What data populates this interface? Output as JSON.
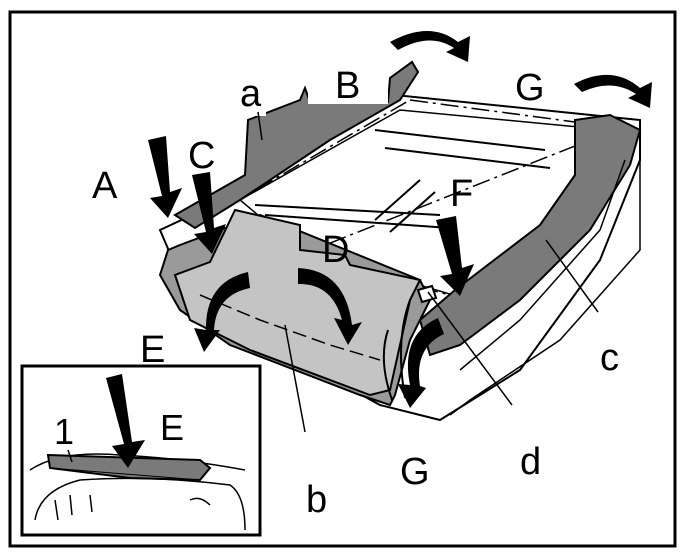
{
  "labels": {
    "a": "a",
    "B": "B",
    "G_top": "G",
    "A": "A",
    "C": "C",
    "F": "F",
    "D": "D",
    "E_main": "E",
    "c": "c",
    "d": "d",
    "G_bottom": "G",
    "b": "b",
    "inset_1": "1",
    "inset_E": "E"
  },
  "colors": {
    "frame": "#000000",
    "cover_dark": "#7a7a7a",
    "cover_light": "#c4c4c4",
    "cushion_mid": "#9a9a9a",
    "arrow": "#000000",
    "background": "#ffffff"
  }
}
